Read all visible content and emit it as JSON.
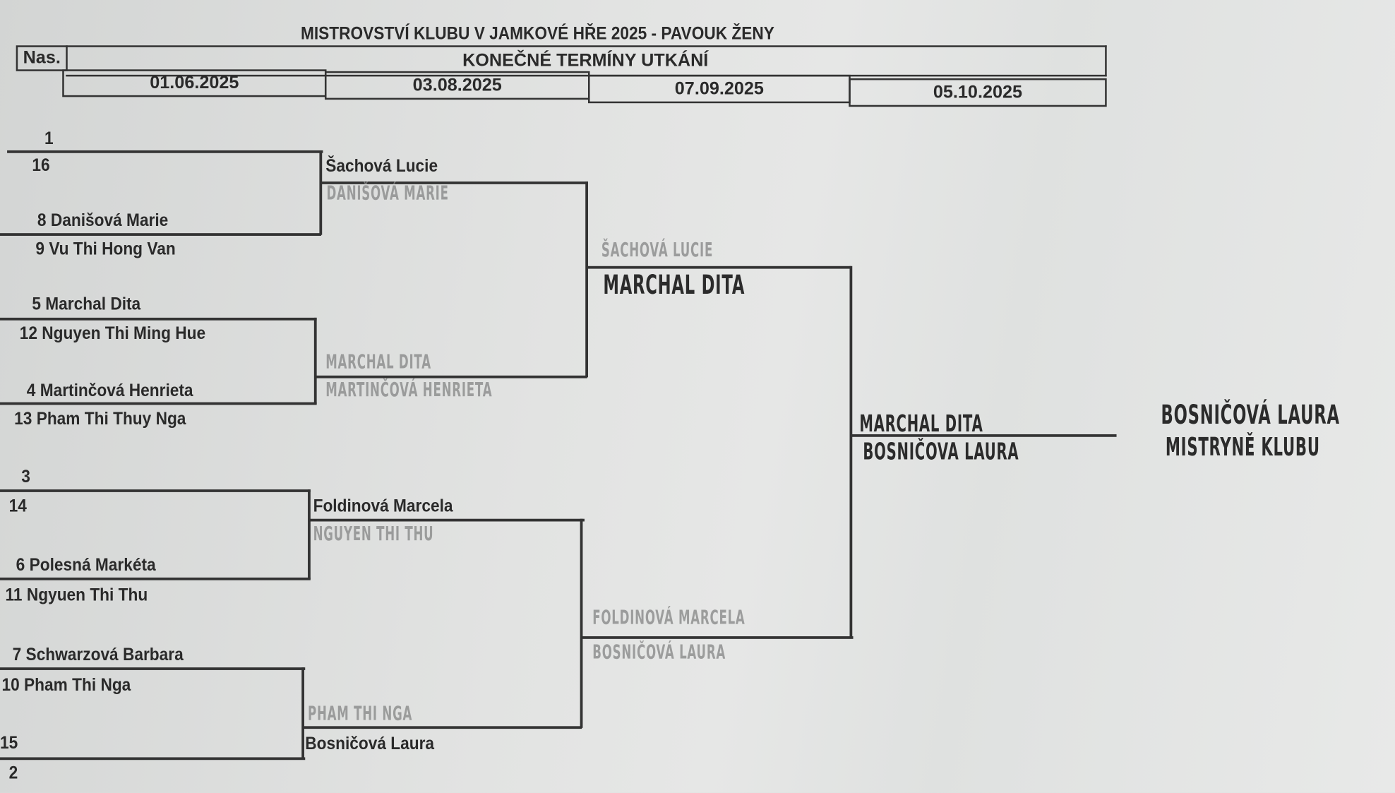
{
  "title": "MISTROVSTVÍ KLUBU V JAMKOVÉ HŘE 2025 - PAVOUK ŽENY",
  "header": {
    "seed_label": "Nas.",
    "dates_label": "KONEČNÉ TERMÍNY UTKÁNÍ",
    "dates": [
      "01.06.2025",
      "03.08.2025",
      "07.09.2025",
      "05.10.2025"
    ]
  },
  "round1": [
    {
      "top_seed": "1",
      "a": "16",
      "b": "8 Danišová Marie",
      "c": "9 Vu Thi Hong Van"
    },
    {
      "a": "5 Marchal Dita",
      "b": "12 Nguyen Thi Ming Hue",
      "c": "4 Martinčová Henrieta",
      "d": "13 Pham Thi Thuy Nga"
    },
    {
      "top_seed": "3",
      "a": "14",
      "b": "6 Polesná Markéta",
      "c": "11 Ngyuen Thi Thu"
    },
    {
      "a": "7 Schwarzová Barbara",
      "b": "10 Pham Thi Nga",
      "c": "15",
      "d": "2"
    }
  ],
  "round2": [
    {
      "printed": "Šachová Lucie",
      "hand": "DANIŠOVÁ MARIE"
    },
    {
      "hand_top": "MARCHAL DITA",
      "hand_bottom": "MARTINČOVÁ HENRIETA"
    },
    {
      "printed": "Foldinová Marcela",
      "hand": "NGUYEN THI THU"
    },
    {
      "hand": "PHAM THI NGA",
      "printed": "Bosničová Laura"
    }
  ],
  "round3": [
    {
      "faint": "ŠACHOVÁ LUCIE",
      "winner": "MARCHAL DITA"
    },
    {
      "faint_top": "FOLDINOVÁ MARCELA",
      "faint_bottom": "BOSNIČOVÁ LAURA"
    }
  ],
  "final": {
    "top": "MARCHAL DITA",
    "bottom": "BOSNIČOVA LAURA"
  },
  "champion": {
    "name": "BOSNIČOVÁ LAURA",
    "title": "MISTRYNĚ KLUBU"
  }
}
